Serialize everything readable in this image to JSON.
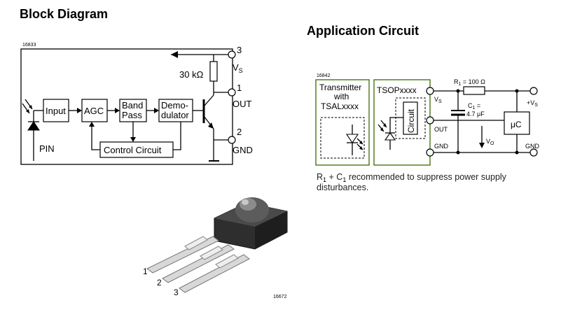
{
  "block_diagram": {
    "title": "Block Diagram",
    "doc_number": "16833",
    "blocks": {
      "input": "Input",
      "agc": "AGC",
      "band_pass_line1": "Band",
      "band_pass_line2": "Pass",
      "demod_line1": "Demo-",
      "demod_line2": "dulator",
      "control": "Control Circuit"
    },
    "resistor": "30 kΩ",
    "pins": {
      "pin3": "3",
      "vs": "V",
      "vs_sub": "S",
      "pin1": "1",
      "out": "OUT",
      "pin2": "2",
      "gnd": "GND",
      "pin_label": "PIN"
    }
  },
  "application_circuit": {
    "title": "Application Circuit",
    "doc_number": "16842",
    "transmitter_line1": "Transmitter",
    "transmitter_line2": "with",
    "transmitter_line3": "TSALxxxx",
    "tsop": "TSOPxxxx",
    "circuit": "Circuit",
    "vs": "V",
    "vs_sub": "S",
    "out": "OUT",
    "gnd": "GND",
    "r1_label": "R",
    "r1_sub": "1",
    "r1_value": " = 100 Ω",
    "c1_label": "C",
    "c1_sub": "1",
    "c1_eq": " =",
    "c1_value": "4.7 μF",
    "vo": "V",
    "vo_sub": "O",
    "uc": "μC",
    "plus_vs": "+V",
    "plus_vs_sub": "S",
    "gnd_right": "GND",
    "note_line1_a": "R",
    "note_line1_sub1": "1",
    "note_line1_b": " + C",
    "note_line1_sub2": "1",
    "note_line1_c": " recommended to suppress power supply",
    "note_line2": "disturbances."
  },
  "package": {
    "pin1": "1",
    "pin2": "2",
    "pin3": "3",
    "doc_number": "16672"
  }
}
